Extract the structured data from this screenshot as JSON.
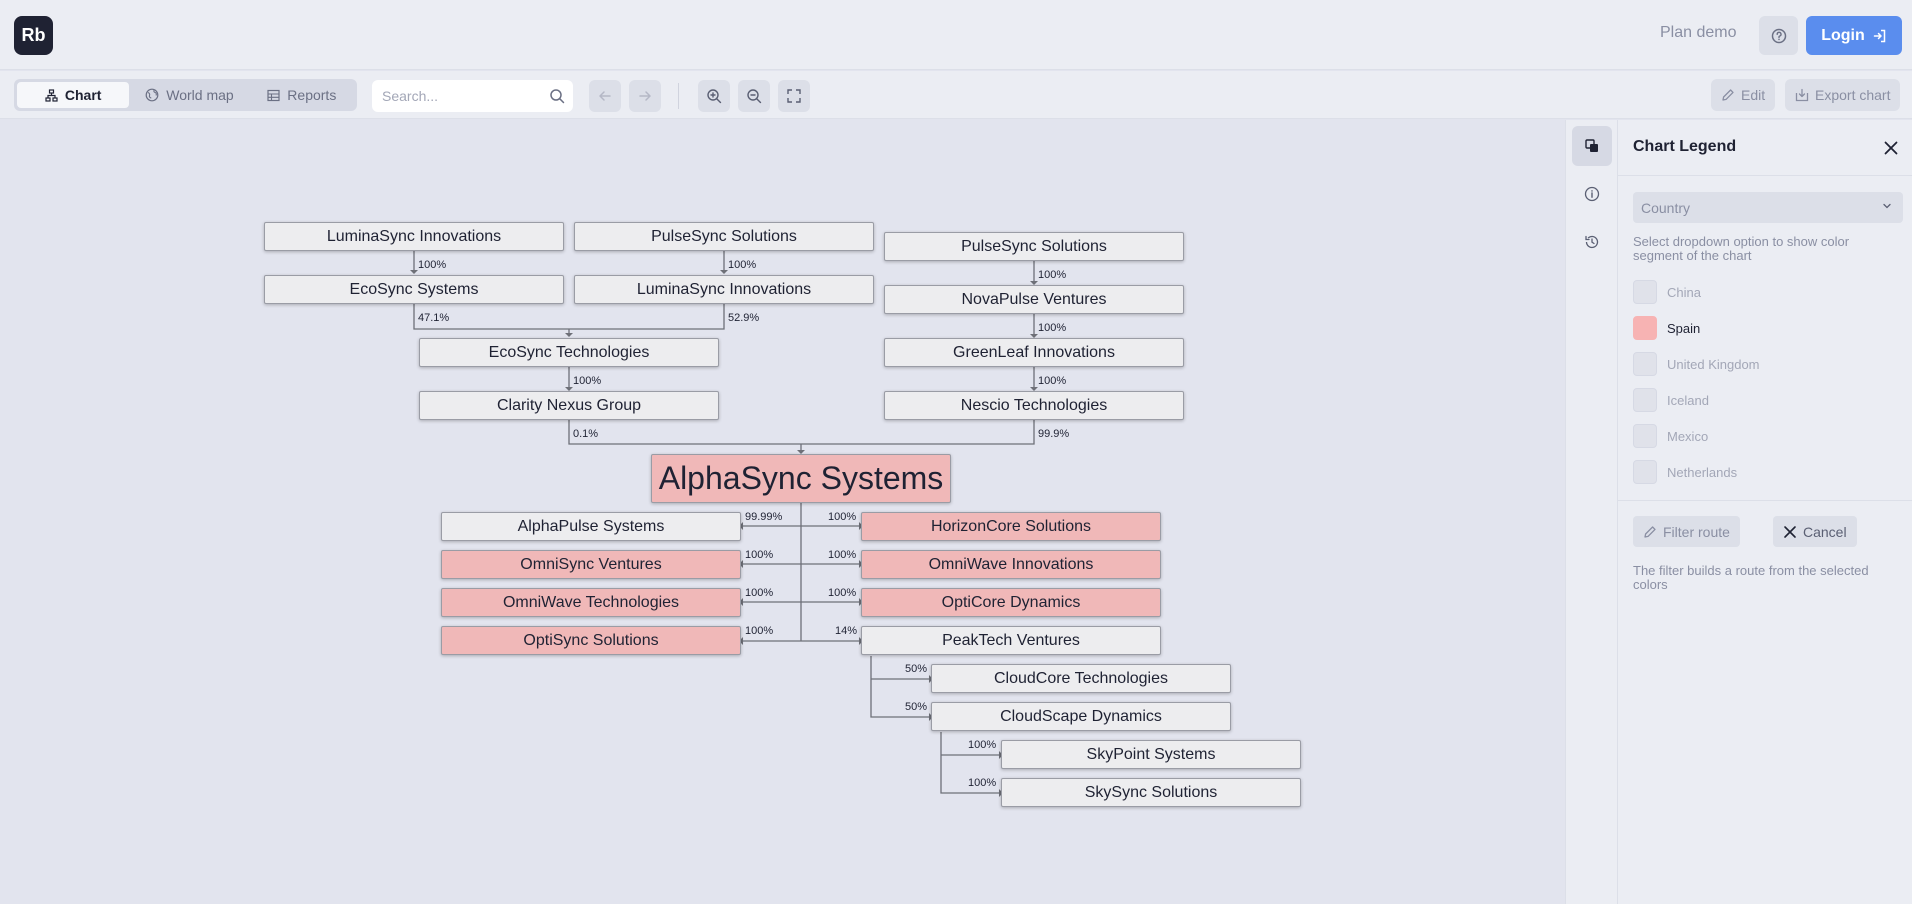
{
  "header": {
    "logo": "Rb",
    "plan_demo": "Plan demo",
    "login_label": "Login"
  },
  "toolbar": {
    "tabs": [
      {
        "label": "Chart",
        "icon": "org-chart-icon",
        "active": true
      },
      {
        "label": "World map",
        "icon": "globe-icon",
        "active": false
      },
      {
        "label": "Reports",
        "icon": "table-icon",
        "active": false
      }
    ],
    "search_placeholder": "Search...",
    "edit_label": "Edit",
    "export_label": "Export chart"
  },
  "chart": {
    "nodes": [
      {
        "id": "n1",
        "label": "LuminaSync Innovations",
        "highlight": false
      },
      {
        "id": "n2",
        "label": "PulseSync Solutions",
        "highlight": false
      },
      {
        "id": "n3",
        "label": "PulseSync Solutions",
        "highlight": false
      },
      {
        "id": "n4",
        "label": "EcoSync Systems",
        "highlight": false
      },
      {
        "id": "n5",
        "label": "LuminaSync Innovations",
        "highlight": false
      },
      {
        "id": "n6",
        "label": "NovaPulse Ventures",
        "highlight": false
      },
      {
        "id": "n7",
        "label": "EcoSync Technologies",
        "highlight": false
      },
      {
        "id": "n8",
        "label": "GreenLeaf Innovations",
        "highlight": false
      },
      {
        "id": "n9",
        "label": "Clarity Nexus Group",
        "highlight": false
      },
      {
        "id": "n10",
        "label": "Nescio Technologies",
        "highlight": false
      },
      {
        "id": "main",
        "label": "AlphaSync Systems",
        "highlight": true
      },
      {
        "id": "c1",
        "label": "AlphaPulse Systems",
        "highlight": false
      },
      {
        "id": "c2",
        "label": "HorizonCore Solutions",
        "highlight": true
      },
      {
        "id": "c3",
        "label": "OmniSync Ventures",
        "highlight": true
      },
      {
        "id": "c4",
        "label": "OmniWave Innovations",
        "highlight": true
      },
      {
        "id": "c5",
        "label": "OmniWave Technologies",
        "highlight": true
      },
      {
        "id": "c6",
        "label": "OptiCore Dynamics",
        "highlight": true
      },
      {
        "id": "c7",
        "label": "OptiSync Solutions",
        "highlight": true
      },
      {
        "id": "c8",
        "label": "PeakTech Ventures",
        "highlight": false
      },
      {
        "id": "c9",
        "label": "CloudCore Technologies",
        "highlight": false
      },
      {
        "id": "c10",
        "label": "CloudScape Dynamics",
        "highlight": false
      },
      {
        "id": "c11",
        "label": "SkyPoint Systems",
        "highlight": false
      },
      {
        "id": "c12",
        "label": "SkySync Solutions",
        "highlight": false
      }
    ],
    "ownership": [
      {
        "from": "n1",
        "to": "n4",
        "value": "100%"
      },
      {
        "from": "n2",
        "to": "n5",
        "value": "100%"
      },
      {
        "from": "n3",
        "to": "n6",
        "value": "100%"
      },
      {
        "from": "n4",
        "to": "n7",
        "value": "47.1%"
      },
      {
        "from": "n5",
        "to": "n7",
        "value": "52.9%"
      },
      {
        "from": "n6",
        "to": "n8",
        "value": "100%"
      },
      {
        "from": "n7",
        "to": "n9",
        "value": "100%"
      },
      {
        "from": "n8",
        "to": "n10",
        "value": "100%"
      },
      {
        "from": "n9",
        "to": "main",
        "value": "0.1%"
      },
      {
        "from": "n10",
        "to": "main",
        "value": "99.9%"
      },
      {
        "from": "main",
        "to": "c1",
        "value": "99.99%"
      },
      {
        "from": "main",
        "to": "c2",
        "value": "100%"
      },
      {
        "from": "main",
        "to": "c3",
        "value": "100%"
      },
      {
        "from": "main",
        "to": "c4",
        "value": "100%"
      },
      {
        "from": "main",
        "to": "c5",
        "value": "100%"
      },
      {
        "from": "main",
        "to": "c6",
        "value": "100%"
      },
      {
        "from": "main",
        "to": "c7",
        "value": "100%"
      },
      {
        "from": "main",
        "to": "c8",
        "value": "14%"
      },
      {
        "from": "c8",
        "to": "c9",
        "value": "50%"
      },
      {
        "from": "c8",
        "to": "c10",
        "value": "50%"
      },
      {
        "from": "c10",
        "to": "c11",
        "value": "100%"
      },
      {
        "from": "c10",
        "to": "c12",
        "value": "100%"
      }
    ]
  },
  "legend": {
    "title": "Chart Legend",
    "dropdown_value": "Country",
    "hint": "Select dropdown option to show color segment of the chart",
    "items": [
      {
        "label": "China",
        "active": false
      },
      {
        "label": "Spain",
        "active": true,
        "color": "#f7b3b3"
      },
      {
        "label": "United Kingdom",
        "active": false
      },
      {
        "label": "Iceland",
        "active": false
      },
      {
        "label": "Mexico",
        "active": false
      },
      {
        "label": "Netherlands",
        "active": false
      }
    ],
    "filter_label": "Filter route",
    "cancel_label": "Cancel",
    "filter_hint": "The filter builds a route from the selected colors"
  },
  "colors": {
    "accent": "#5a8dee",
    "highlight": "#f0b8b8",
    "node": "#ededef"
  }
}
